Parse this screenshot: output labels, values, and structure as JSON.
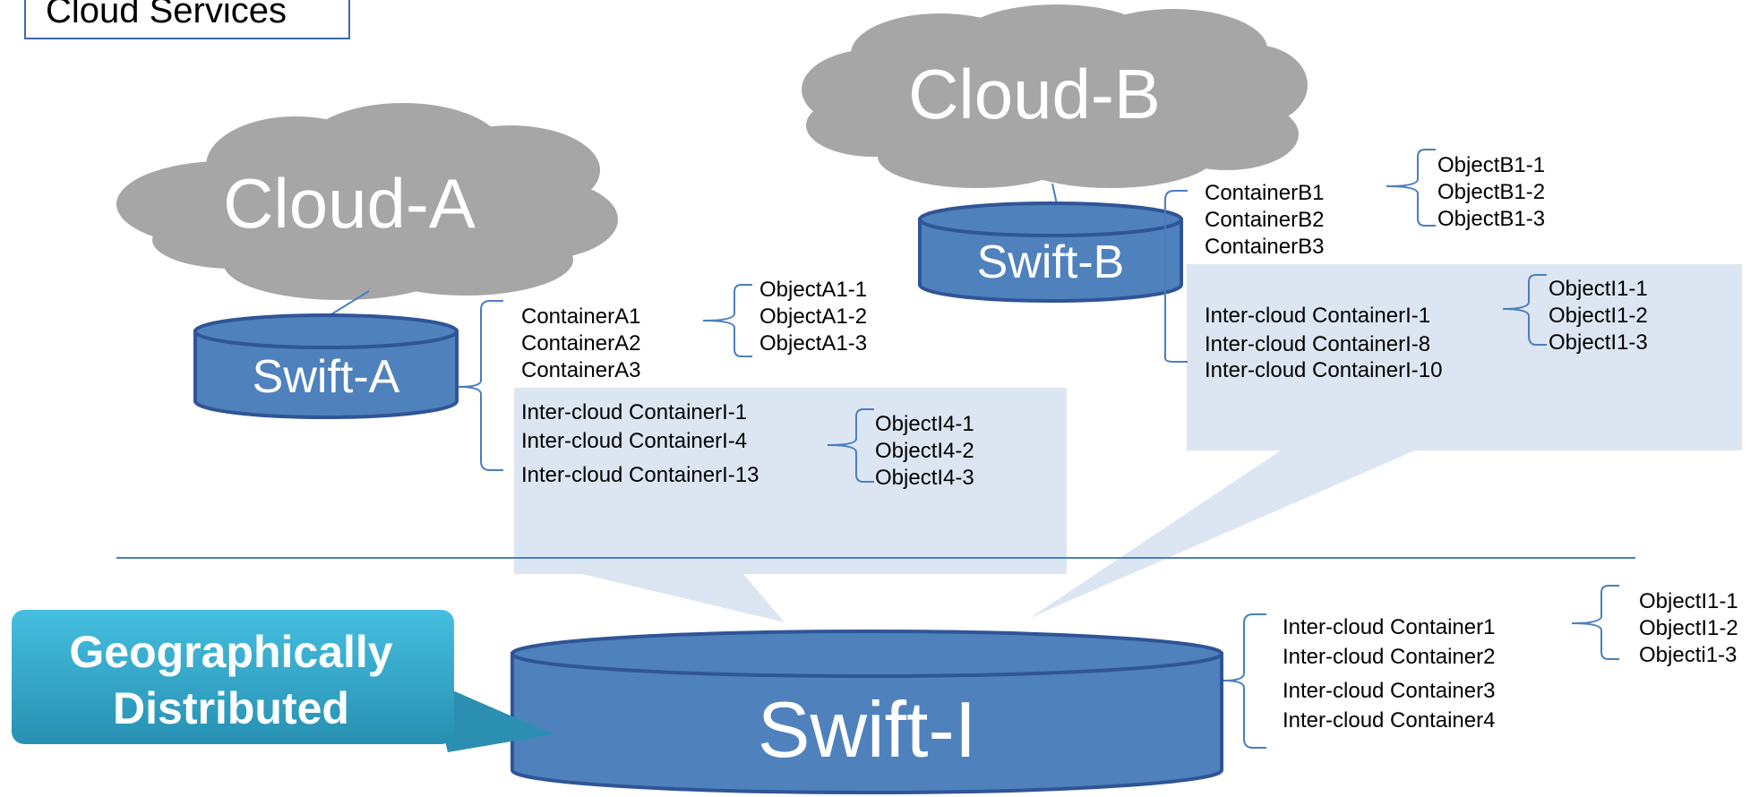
{
  "title": "Cloud Services",
  "callout": {
    "line1": "Geographically",
    "line2": "Distributed"
  },
  "clouds": {
    "a": "Cloud-A",
    "b": "Cloud-B"
  },
  "swift": {
    "a": "Swift-A",
    "b": "Swift-B",
    "i": "Swift-I"
  },
  "swift_a": {
    "containers": [
      "ContainerA1",
      "ContainerA2",
      "ContainerA3"
    ],
    "objects": [
      "ObjectA1-1",
      "ObjectA1-2",
      "ObjectA1-3"
    ],
    "inter_containers": [
      "Inter-cloud ContainerI-1",
      "Inter-cloud ContainerI-4",
      "Inter-cloud ContainerI-13"
    ],
    "inter_objects": [
      "ObjectI4-1",
      "ObjectI4-2",
      "ObjectI4-3"
    ]
  },
  "swift_b": {
    "containers": [
      "ContainerB1",
      "ContainerB2",
      "ContainerB3"
    ],
    "objects": [
      "ObjectB1-1",
      "ObjectB1-2",
      "ObjectB1-3"
    ],
    "inter_containers": [
      "Inter-cloud ContainerI-1",
      "Inter-cloud ContainerI-8",
      "Inter-cloud ContainerI-10"
    ],
    "inter_objects": [
      "ObjectI1-1",
      "ObjectI1-2",
      "ObjectI1-3"
    ]
  },
  "swift_i": {
    "containers": [
      "Inter-cloud Container1",
      "Inter-cloud Container2",
      "Inter-cloud Container3",
      "Inter-cloud Container4"
    ],
    "objects": [
      "ObjectI1-1",
      "ObjectI1-2",
      "Objecti1-3"
    ]
  },
  "colors": {
    "cloud": "#a6a6a6",
    "cylinder": "#4f81bd",
    "cylinder_border": "#2f5597",
    "panel": "#dce6f2",
    "line": "#4a7ebf",
    "callout_top": "#3cb4d6",
    "callout_bottom": "#2a8fb0"
  }
}
